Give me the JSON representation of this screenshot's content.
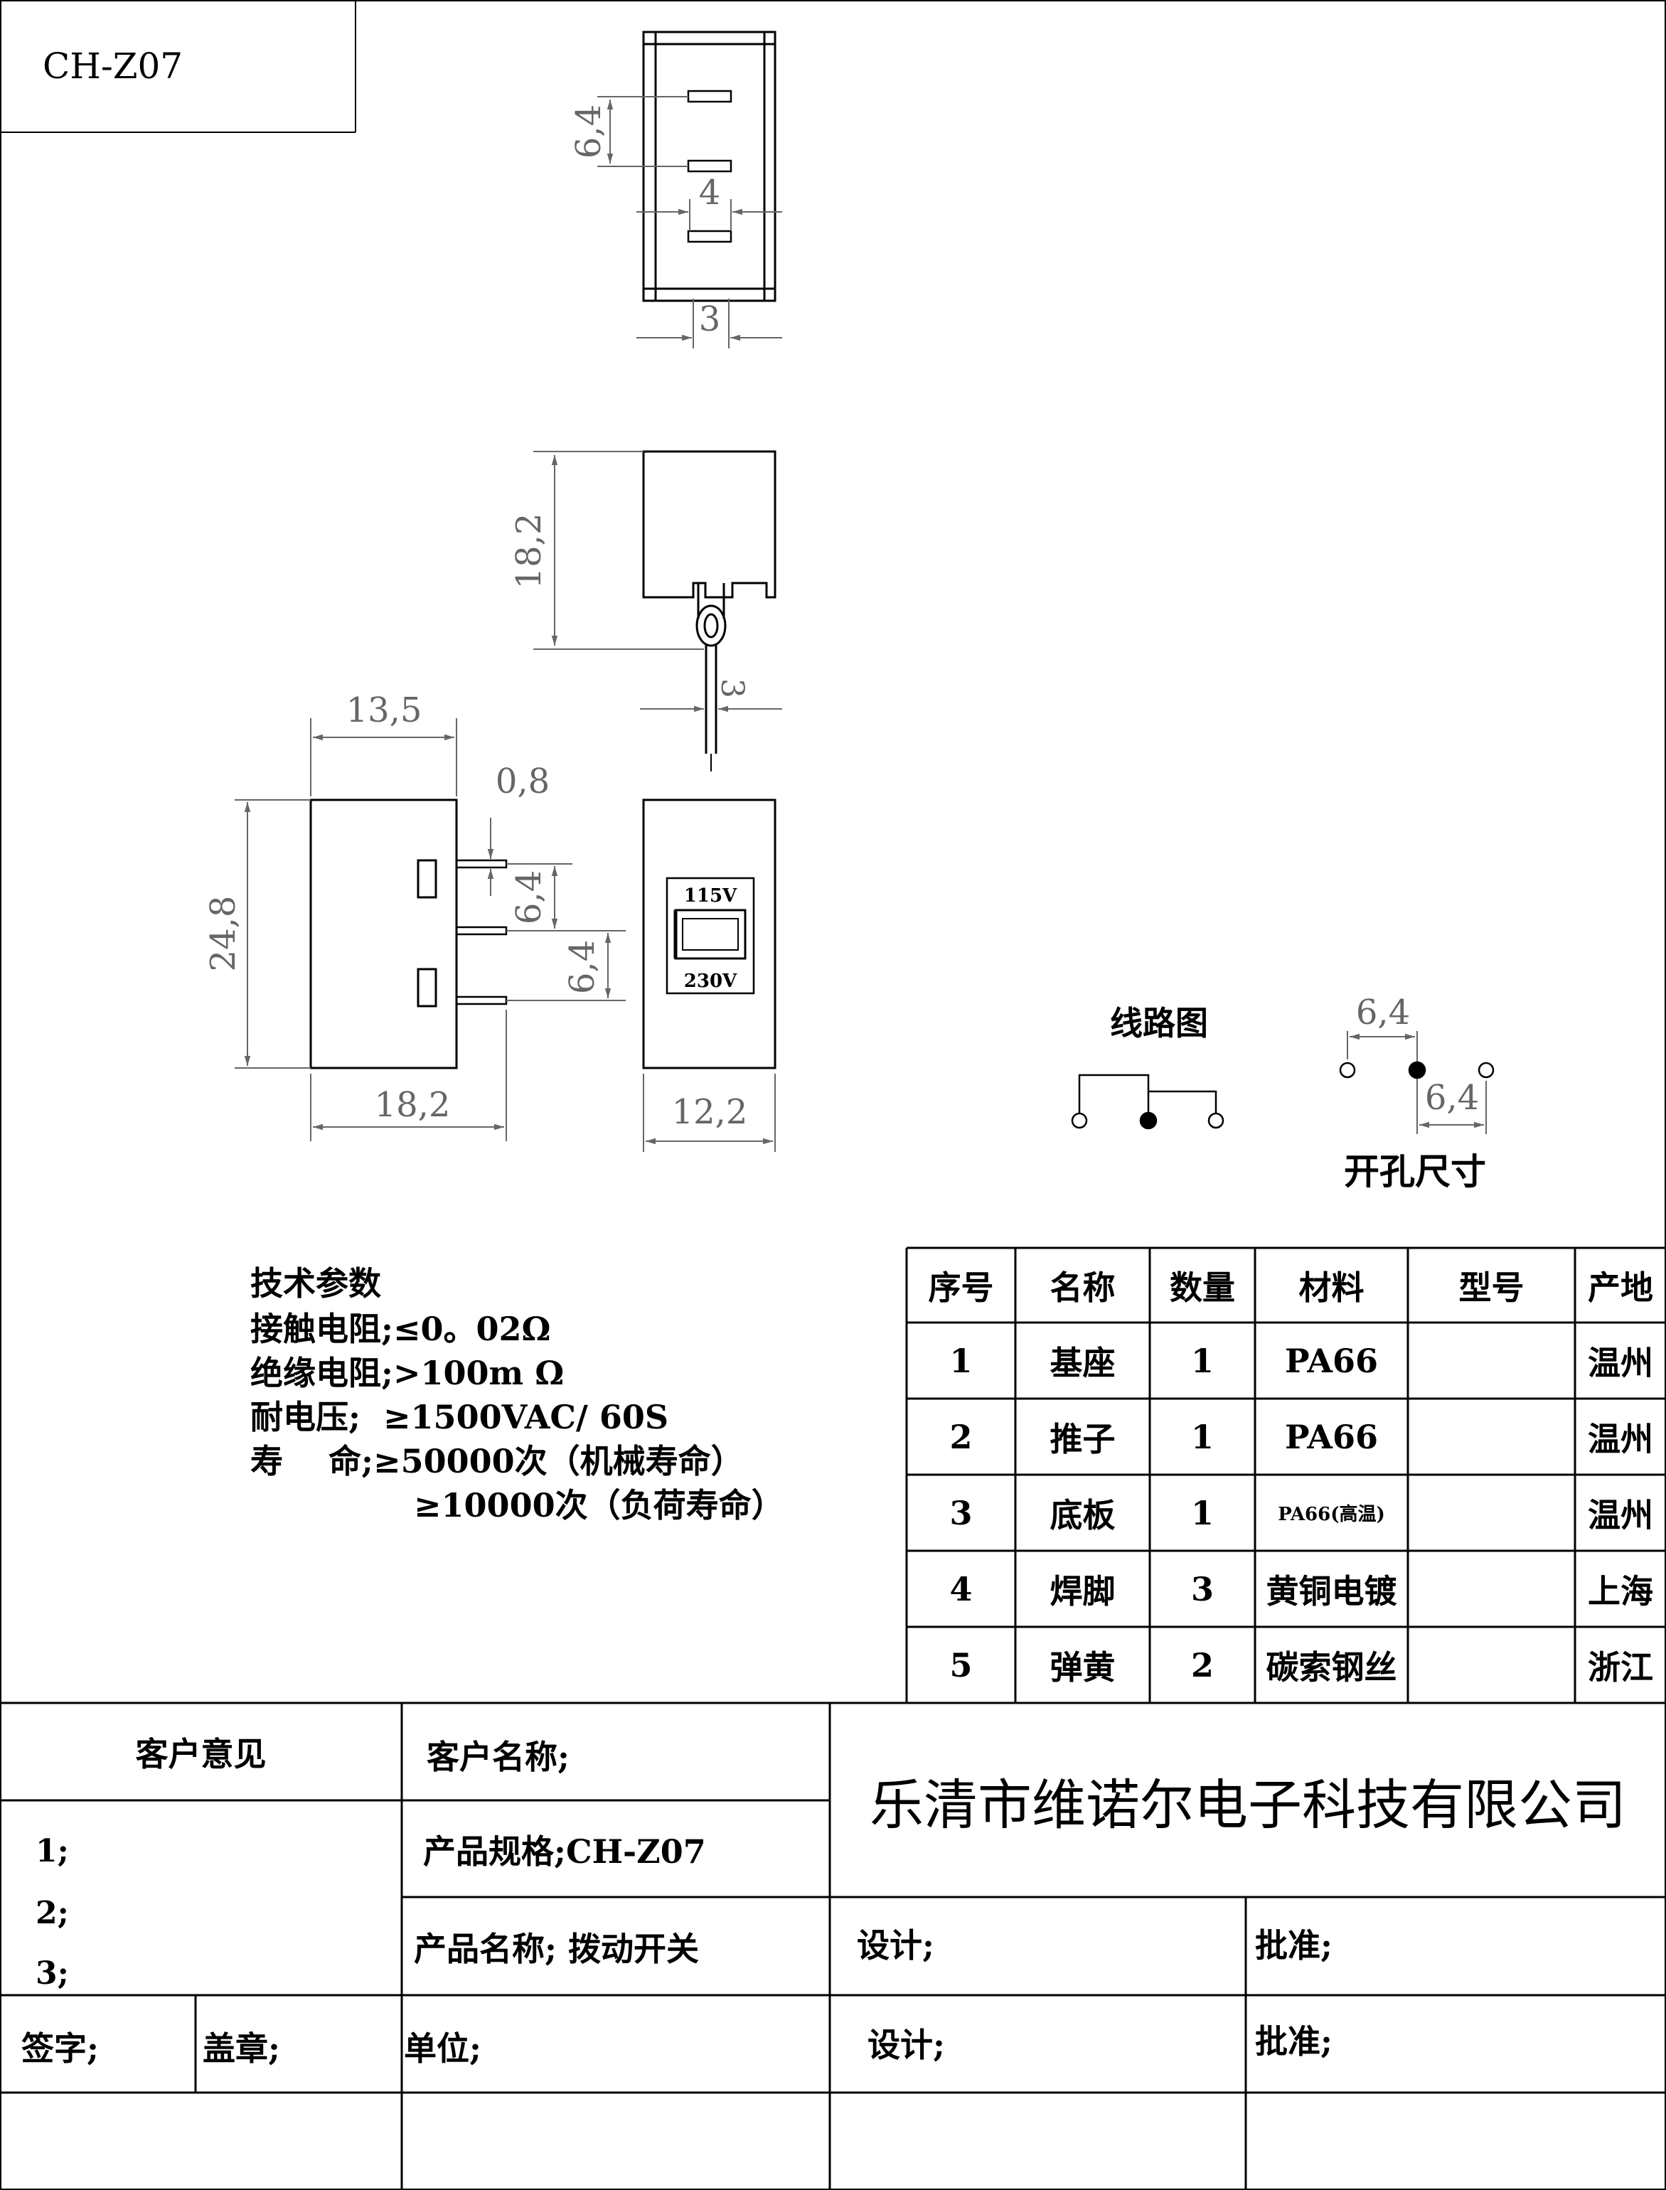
{
  "title_box": "CH-Z07",
  "dims": {
    "top_pitch": "6,4",
    "top_width_4": "4",
    "top_width_3": "3",
    "side_height": "18,2",
    "side_pin": "3",
    "front_width_top": "13,5",
    "front_pin_thk": "0,8",
    "front_pitch_1": "6,4",
    "front_pitch_2": "6,4",
    "front_height": "24,8",
    "front_depth": "18,2",
    "end_width": "12,2"
  },
  "switch_labels": {
    "upper": "115V",
    "lower": "230V"
  },
  "circuit_title": "线路图",
  "hole": {
    "title": "开孔尺寸",
    "pitch_a": "6,4",
    "pitch_b": "6,4"
  },
  "tech": {
    "title": "技术参数",
    "lines": [
      "接触电阻;≤0。02Ω",
      "绝缘电阻;>100m Ω",
      "耐电压;  ≥1500VAC/ 60S",
      "寿    命;≥50000次（机械寿命）",
      "≥10000次（负荷寿命）"
    ]
  },
  "bom": {
    "headers": [
      "序号",
      "名称",
      "数量",
      "材料",
      "型号",
      "产地"
    ],
    "rows": [
      [
        "1",
        "基座",
        "1",
        "PA66",
        "",
        "温州"
      ],
      [
        "2",
        "推子",
        "1",
        "PA66",
        "",
        "温州"
      ],
      [
        "3",
        "底板",
        "1",
        "PA66(高温)",
        "",
        "温州"
      ],
      [
        "4",
        "焊脚",
        "3",
        "黄铜电镀",
        "",
        "上海"
      ],
      [
        "5",
        "弹黄",
        "2",
        "碳索钢丝",
        "",
        "浙江"
      ]
    ]
  },
  "title_block": {
    "customer_opinion": "客户意见",
    "opinion_1": "1;",
    "opinion_2": "2;",
    "opinion_3": "3;",
    "customer_name": "客户名称;",
    "product_spec": "产品规格;CH-Z07",
    "product_name": "产品名称; 拨动开关",
    "company": "乐清市维诺尔电子科技有限公司",
    "design_1": "设计;",
    "approve_1": "批准;",
    "sign": "签字;",
    "seal": "盖章;",
    "unit": "单位;",
    "design_2": "设计;",
    "approve_2": "批准;"
  }
}
